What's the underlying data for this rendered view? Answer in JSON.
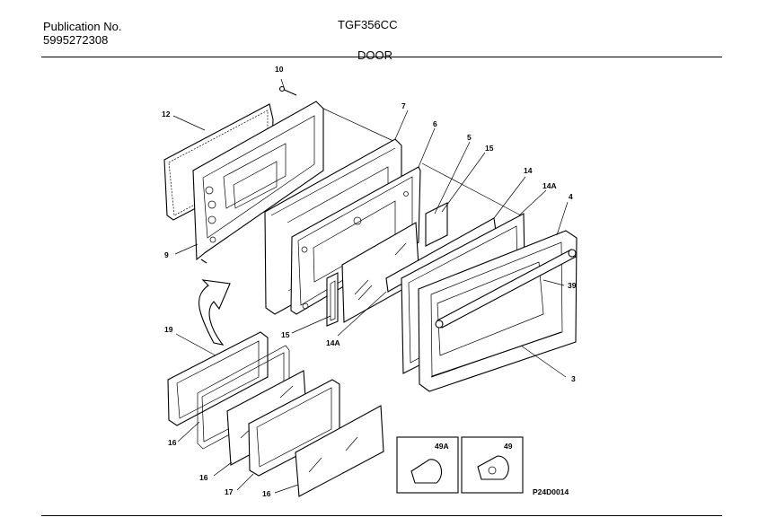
{
  "header": {
    "publication_label": "Publication No.",
    "publication_number": "5995272308",
    "model": "TGF356CC",
    "section_title": "DOOR"
  },
  "diagram_id": "P24D0014",
  "parts": {
    "p10": "10",
    "p12": "12",
    "p7": "7",
    "p6": "6",
    "p5": "5",
    "p15a": "15",
    "p14": "14",
    "p14a_top": "14A",
    "p4": "4",
    "p39": "39",
    "p9": "9",
    "p15b": "15",
    "p14a_bot": "14A",
    "p3": "3",
    "p19": "19",
    "p16a": "16",
    "p16b": "16",
    "p17": "17",
    "p16c": "16",
    "p49a": "49A",
    "p49": "49"
  }
}
